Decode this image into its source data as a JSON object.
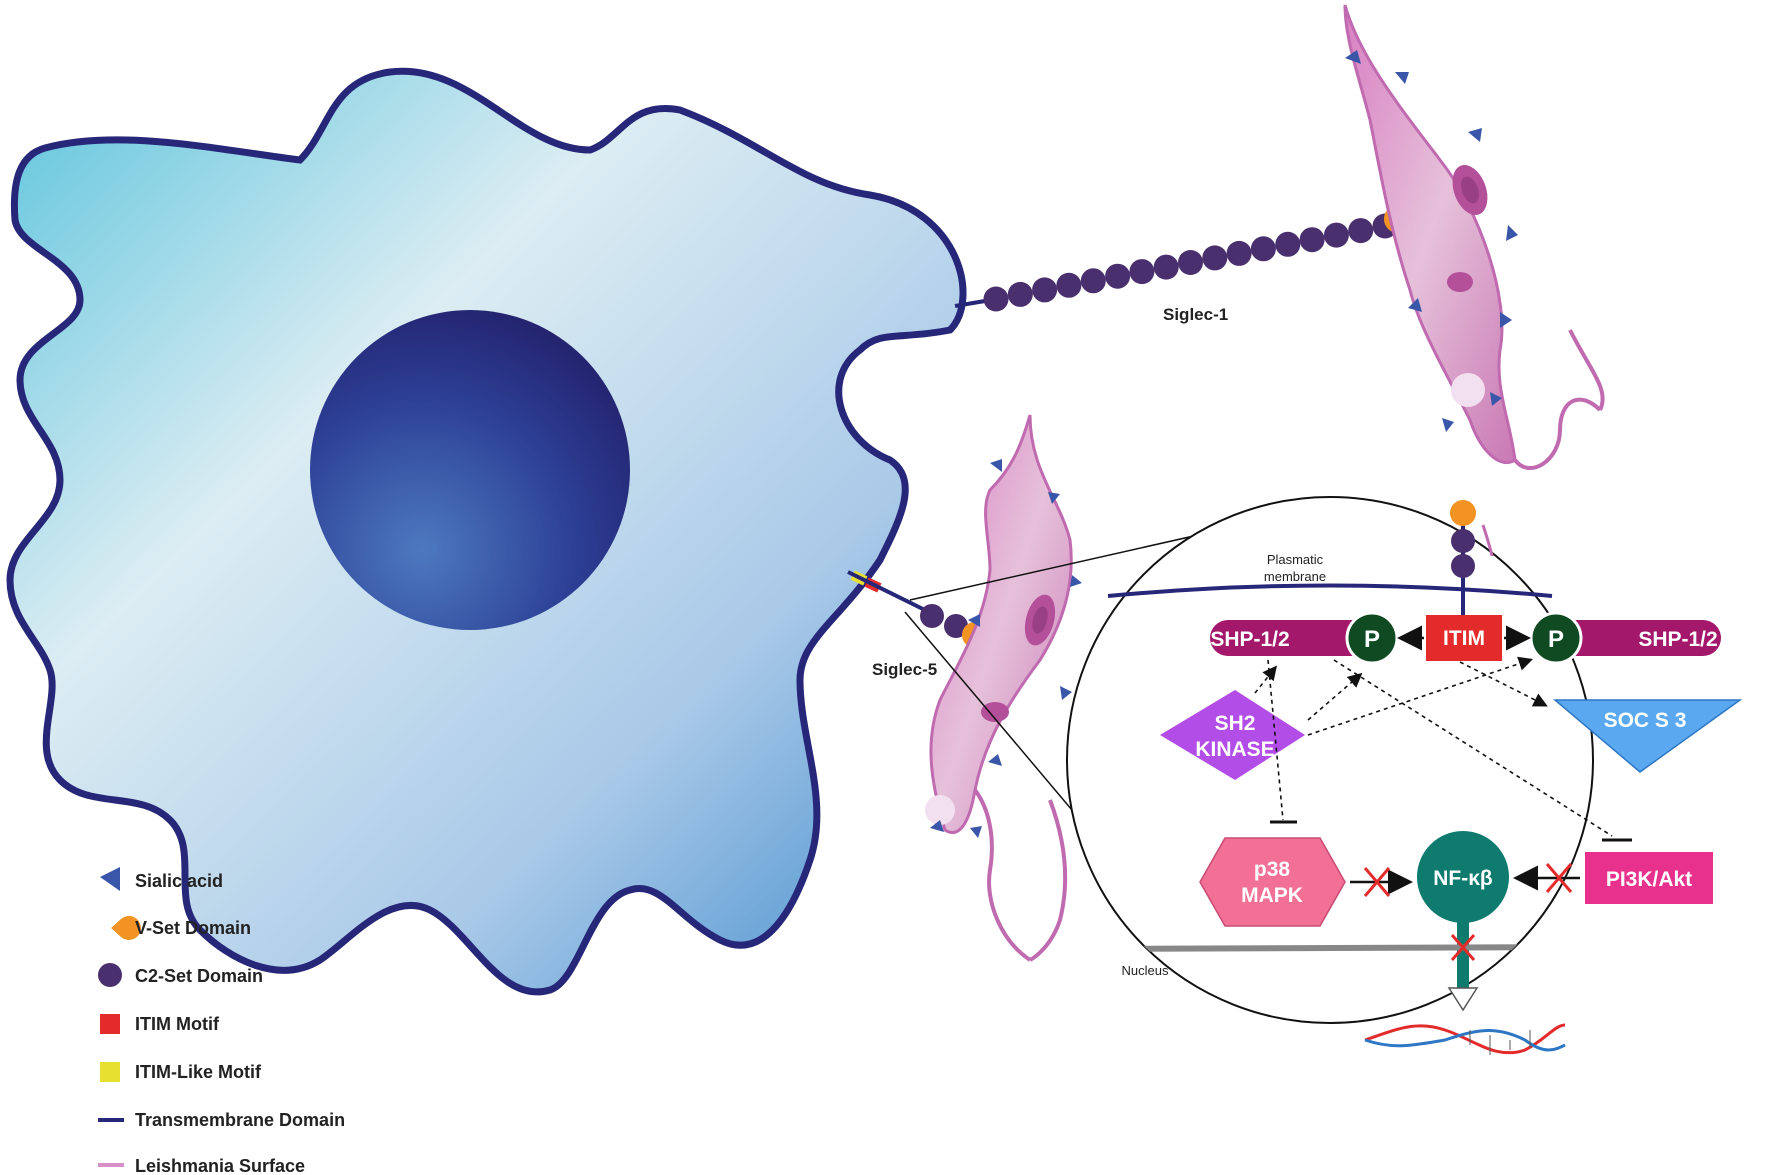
{
  "labels": {
    "siglec1": "Siglec-1",
    "siglec5": "Siglec-5",
    "plasmatic_membrane_line1": "Plasmatic",
    "plasmatic_membrane_line2": "membrane",
    "nucleus": "Nucleus"
  },
  "nodes": {
    "shp_left": "SHP-1/2",
    "shp_right": "SHP-1/2",
    "p_left": "P",
    "p_right": "P",
    "itim": "ITIM",
    "sh2_line1": "SH2",
    "sh2_line2": "KINASE",
    "socs3": "SOC S 3",
    "p38_line1": "p38",
    "p38_line2": "MAPK",
    "nfkb": "NF-κβ",
    "pi3k": "PI3K/Akt"
  },
  "legend": [
    {
      "label": "Sialic acid",
      "icon": "sialic-acid-icon"
    },
    {
      "label": "V-Set Domain",
      "icon": "v-set-domain-icon"
    },
    {
      "label": "C2-Set Domain",
      "icon": "c2-set-domain-icon"
    },
    {
      "label": "ITIM Motif",
      "icon": "itim-motif-icon"
    },
    {
      "label": "ITIM-Like Motif",
      "icon": "itim-like-motif-icon"
    },
    {
      "label": "Transmembrane Domain",
      "icon": "transmembrane-domain-icon"
    },
    {
      "label": "Leishmania Surface",
      "icon": "leishmania-surface-icon"
    }
  ],
  "colors": {
    "cell_outline": "#27277a",
    "c2_domain": "#4a2f6e",
    "v_set": "#f39323",
    "sialic": "#3a56a8",
    "itim": "#e32b2b",
    "itim_like": "#e8e030",
    "shp": "#a3186b",
    "p_circle": "#0f4a22",
    "sh2": "#b34de8",
    "socs3": "#5aa9f0",
    "p38": "#f26f95",
    "nfkb": "#0f7a6e",
    "pi3k": "#e8308d",
    "leishmania": "#d88fc8"
  }
}
